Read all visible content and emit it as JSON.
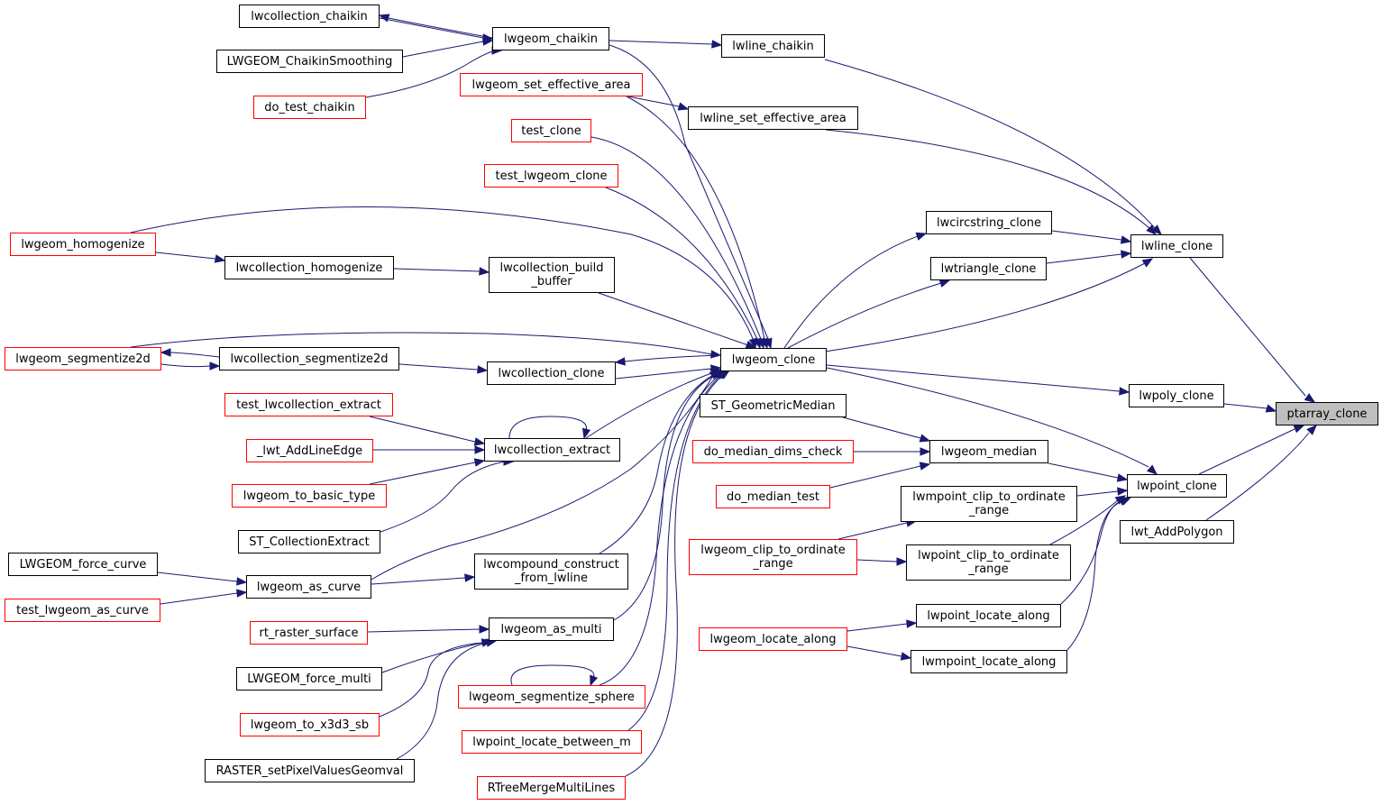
{
  "graph": {
    "focus": "ptarray_clone",
    "edge_color": "#191970",
    "node_border_color": "#000000",
    "truncated_node_border_color": "#ff0000",
    "focus_fill_color": "#bfbfbf",
    "nodes": [
      {
        "id": "ptarray_clone",
        "label": "ptarray_clone",
        "truncated": false
      },
      {
        "id": "lwline_clone",
        "label": "lwline_clone",
        "truncated": false
      },
      {
        "id": "lwpoly_clone",
        "label": "lwpoly_clone",
        "truncated": false
      },
      {
        "id": "lwpoint_clone",
        "label": "lwpoint_clone",
        "truncated": false
      },
      {
        "id": "lwt_AddPolygon",
        "label": "lwt_AddPolygon",
        "truncated": false
      },
      {
        "id": "lwline_chaikin",
        "label": "lwline_chaikin",
        "truncated": false
      },
      {
        "id": "lwline_set_effective_area",
        "label": "lwline_set_effective_area",
        "truncated": false
      },
      {
        "id": "lwcircstring_clone",
        "label": "lwcircstring_clone",
        "truncated": false
      },
      {
        "id": "lwtriangle_clone",
        "label": "lwtriangle_clone",
        "truncated": false
      },
      {
        "id": "lwgeom_clone",
        "label": "lwgeom_clone",
        "truncated": false
      },
      {
        "id": "lwgeom_median",
        "label": "lwgeom_median",
        "truncated": false
      },
      {
        "id": "lwmpoint_clip_to_ordinate_range",
        "label": "lwmpoint_clip_to_ordinate\n_range",
        "truncated": false
      },
      {
        "id": "lwpoint_clip_to_ordinate_range",
        "label": "lwpoint_clip_to_ordinate\n_range",
        "truncated": false
      },
      {
        "id": "lwpoint_locate_along",
        "label": "lwpoint_locate_along",
        "truncated": false
      },
      {
        "id": "lwmpoint_locate_along",
        "label": "lwmpoint_locate_along",
        "truncated": false
      },
      {
        "id": "lwgeom_chaikin",
        "label": "lwgeom_chaikin",
        "truncated": false
      },
      {
        "id": "lwcollection_chaikin",
        "label": "lwcollection_chaikin",
        "truncated": false
      },
      {
        "id": "LWGEOM_ChaikinSmoothing",
        "label": "LWGEOM_ChaikinSmoothing",
        "truncated": false
      },
      {
        "id": "do_test_chaikin",
        "label": "do_test_chaikin",
        "truncated": true
      },
      {
        "id": "lwgeom_set_effective_area",
        "label": "lwgeom_set_effective_area",
        "truncated": true
      },
      {
        "id": "test_clone",
        "label": "test_clone",
        "truncated": true
      },
      {
        "id": "test_lwgeom_clone",
        "label": "test_lwgeom_clone",
        "truncated": true
      },
      {
        "id": "lwgeom_homogenize",
        "label": "lwgeom_homogenize",
        "truncated": true
      },
      {
        "id": "lwcollection_homogenize",
        "label": "lwcollection_homogenize",
        "truncated": false
      },
      {
        "id": "lwcollection_build_buffer",
        "label": "lwcollection_build\n_buffer",
        "truncated": false
      },
      {
        "id": "lwgeom_segmentize2d",
        "label": "lwgeom_segmentize2d",
        "truncated": true
      },
      {
        "id": "lwcollection_segmentize2d",
        "label": "lwcollection_segmentize2d",
        "truncated": false
      },
      {
        "id": "lwcollection_clone",
        "label": "lwcollection_clone",
        "truncated": false
      },
      {
        "id": "test_lwcollection_extract",
        "label": "test_lwcollection_extract",
        "truncated": true
      },
      {
        "id": "_lwt_AddLineEdge",
        "label": "_lwt_AddLineEdge",
        "truncated": true
      },
      {
        "id": "lwgeom_to_basic_type",
        "label": "lwgeom_to_basic_type",
        "truncated": true
      },
      {
        "id": "ST_CollectionExtract",
        "label": "ST_CollectionExtract",
        "truncated": false
      },
      {
        "id": "lwcollection_extract",
        "label": "lwcollection_extract",
        "truncated": false
      },
      {
        "id": "LWGEOM_force_curve",
        "label": "LWGEOM_force_curve",
        "truncated": false
      },
      {
        "id": "test_lwgeom_as_curve",
        "label": "test_lwgeom_as_curve",
        "truncated": true
      },
      {
        "id": "lwgeom_as_curve",
        "label": "lwgeom_as_curve",
        "truncated": false
      },
      {
        "id": "lwcompound_construct_from_lwline",
        "label": "lwcompound_construct\n_from_lwline",
        "truncated": false
      },
      {
        "id": "rt_raster_surface",
        "label": "rt_raster_surface",
        "truncated": true
      },
      {
        "id": "LWGEOM_force_multi",
        "label": "LWGEOM_force_multi",
        "truncated": false
      },
      {
        "id": "lwgeom_to_x3d3_sb",
        "label": "lwgeom_to_x3d3_sb",
        "truncated": true
      },
      {
        "id": "RASTER_setPixelValuesGeomval",
        "label": "RASTER_setPixelValuesGeomval",
        "truncated": false
      },
      {
        "id": "lwgeom_as_multi",
        "label": "lwgeom_as_multi",
        "truncated": false
      },
      {
        "id": "lwgeom_segmentize_sphere",
        "label": "lwgeom_segmentize_sphere",
        "truncated": true
      },
      {
        "id": "lwpoint_locate_between_m",
        "label": "lwpoint_locate_between_m",
        "truncated": true
      },
      {
        "id": "RTreeMergeMultiLines",
        "label": "RTreeMergeMultiLines",
        "truncated": true
      },
      {
        "id": "ST_GeometricMedian",
        "label": "ST_GeometricMedian",
        "truncated": false
      },
      {
        "id": "do_median_dims_check",
        "label": "do_median_dims_check",
        "truncated": true
      },
      {
        "id": "do_median_test",
        "label": "do_median_test",
        "truncated": true
      },
      {
        "id": "lwgeom_clip_to_ordinate_range",
        "label": "lwgeom_clip_to_ordinate\n_range",
        "truncated": true
      },
      {
        "id": "lwgeom_locate_along",
        "label": "lwgeom_locate_along",
        "truncated": true
      }
    ]
  }
}
